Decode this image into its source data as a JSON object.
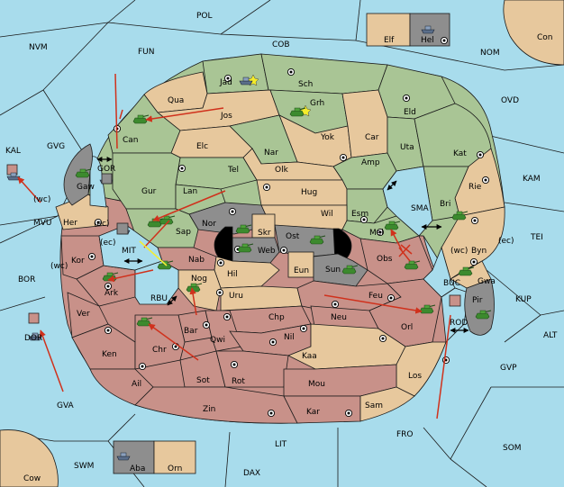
{
  "colors": {
    "sea": "#a8dcec",
    "green_power": "#a9c595",
    "red_power": "#c89189",
    "neutral_land": "#e7c89d",
    "grey_power": "#8e8e8e",
    "order_arrow": "#d0311c",
    "support_line": "#f2ee37",
    "unit_army": "#3c8a2e"
  },
  "provinces": {
    "pol": "POL",
    "nvm": "NVM",
    "fun": "FUN",
    "cob": "COB",
    "nom": "NOM",
    "con": "Con",
    "elf": "Elf",
    "hel": "Hel",
    "ovd": "OVD",
    "kam": "KAM",
    "tei": "TEI",
    "kup": "KUP",
    "alt": "ALT",
    "gvp": "GVP",
    "som": "SOM",
    "fro": "FRO",
    "lit": "LIT",
    "dax": "DAX",
    "swm": "SWM",
    "cow": "Cow",
    "aba": "Aba",
    "orn": "Orn",
    "gva": "GVA",
    "dor": "DOR",
    "bor": "BOR",
    "mvu": "MVU",
    "kal": "KAL",
    "gvg": "GVG",
    "jad": "Jad",
    "sch": "Sch",
    "qua": "Qua",
    "jos": "Jos",
    "grh": "Grh",
    "eld": "Eld",
    "can": "Can",
    "yok": "Yok",
    "car": "Car",
    "uta": "Uta",
    "kat": "Kat",
    "elc": "Elc",
    "nar": "Nar",
    "tel": "Tel",
    "olk": "Olk",
    "amp": "Amp",
    "gor": "GOR",
    "gaw": "Gaw",
    "gur": "Gur",
    "lan": "Lan",
    "hug": "Hug",
    "rie": "Rie",
    "bri": "Bri",
    "her": "Her",
    "wc": "(wc)",
    "ec": "(ec)",
    "nor": "Nor",
    "skr": "Skr",
    "wil": "Wil",
    "esm": "Esm",
    "sma": "SMA",
    "sap": "Sap",
    "ost": "Ost",
    "web": "Web",
    "mel": "Mel",
    "byn": "Byn",
    "mit": "MIT",
    "kor": "Kor",
    "nab": "Nab",
    "eun": "Eun",
    "sun": "Sun",
    "obs": "Obs",
    "gwa": "Gwa",
    "hil": "Hil",
    "buc": "BUC",
    "pir": "Pir",
    "ark": "Ark",
    "rbu": "RBU",
    "nog": "Nog",
    "uru": "Uru",
    "feu": "Feu",
    "ver": "Ver",
    "chp": "Chp",
    "neu": "Neu",
    "orl": "Orl",
    "rod": "ROD",
    "bar": "Bar",
    "qwi": "Qwi",
    "nil": "Nil",
    "ken": "Ken",
    "chr": "Chr",
    "kaa": "Kaa",
    "los": "Los",
    "ail": "Ail",
    "sot": "Sot",
    "rot": "Rot",
    "mou": "Mou",
    "zin": "Zin",
    "kar": "Kar",
    "sam": "Sam"
  }
}
